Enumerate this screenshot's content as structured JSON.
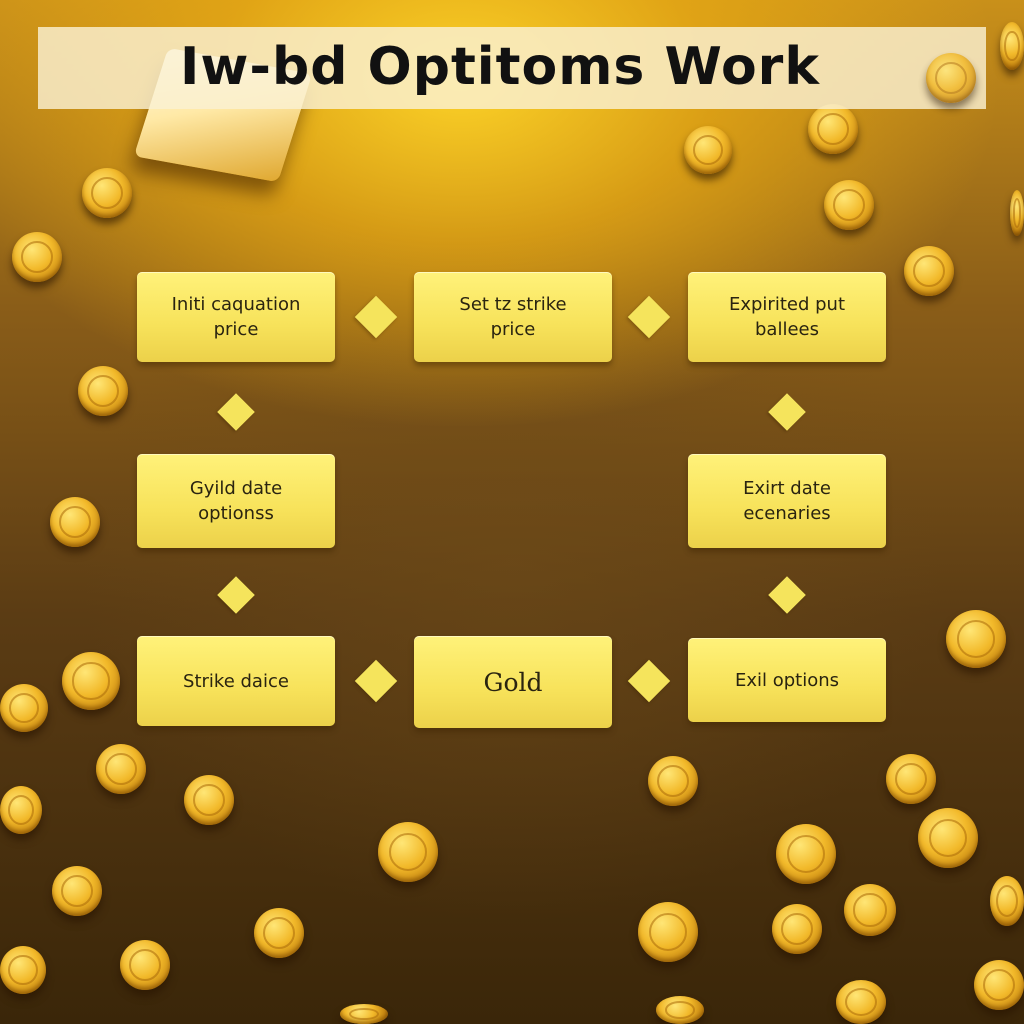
{
  "title": "Iw-bd Optitoms Work",
  "nodes": {
    "n1": "Initi caquation\nprice",
    "n2": "Set tz strike\nprice",
    "n3": "Expirited put\nballees",
    "n4": "Gyild date\noptionss",
    "n5": "Exirt date\necenaries",
    "n6": "Strike daice",
    "n7": "Gold",
    "n8": "Exil options"
  },
  "colors": {
    "node_fill": "#f7e25a",
    "title_banner": "#faf0d2",
    "background_dark": "#3a2609",
    "background_glow": "#ffd628"
  }
}
